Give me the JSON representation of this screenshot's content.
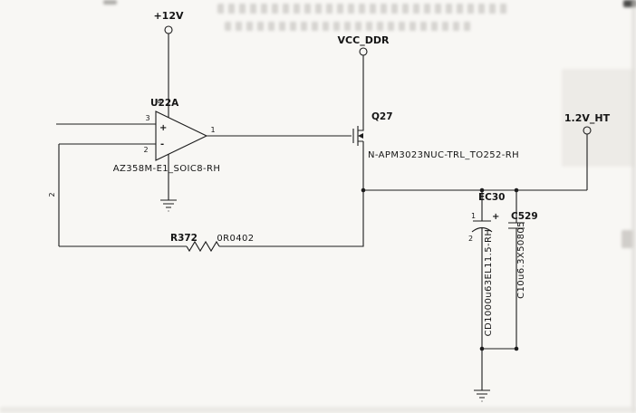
{
  "schematic": {
    "nets": {
      "p12v": "+12V",
      "vcc_ddr": "VCC_DDR",
      "v12_ht": "1.2V_HT"
    },
    "opamp": {
      "ref": "U22A",
      "part": "AZ358M-E1_SOIC8-RH",
      "pin_output": "1",
      "pin_noninv": "3",
      "pin_inv": "2",
      "pin_supply": "8",
      "sym_plus": "+",
      "sym_minus": "-",
      "wire_pin2": "2"
    },
    "mosfet": {
      "ref": "Q27",
      "part": "N-APM3023NUC-TRL_TO252-RH"
    },
    "resistor": {
      "ref": "R372",
      "value": "0R0402"
    },
    "cap_ec30": {
      "ref": "EC30",
      "part": "CD1000u63EL11.5-RH",
      "pin1": "1",
      "pin2": "2",
      "polarity": "+"
    },
    "cap_c529": {
      "ref": "C529",
      "part": "C10u6.3X50805"
    }
  }
}
